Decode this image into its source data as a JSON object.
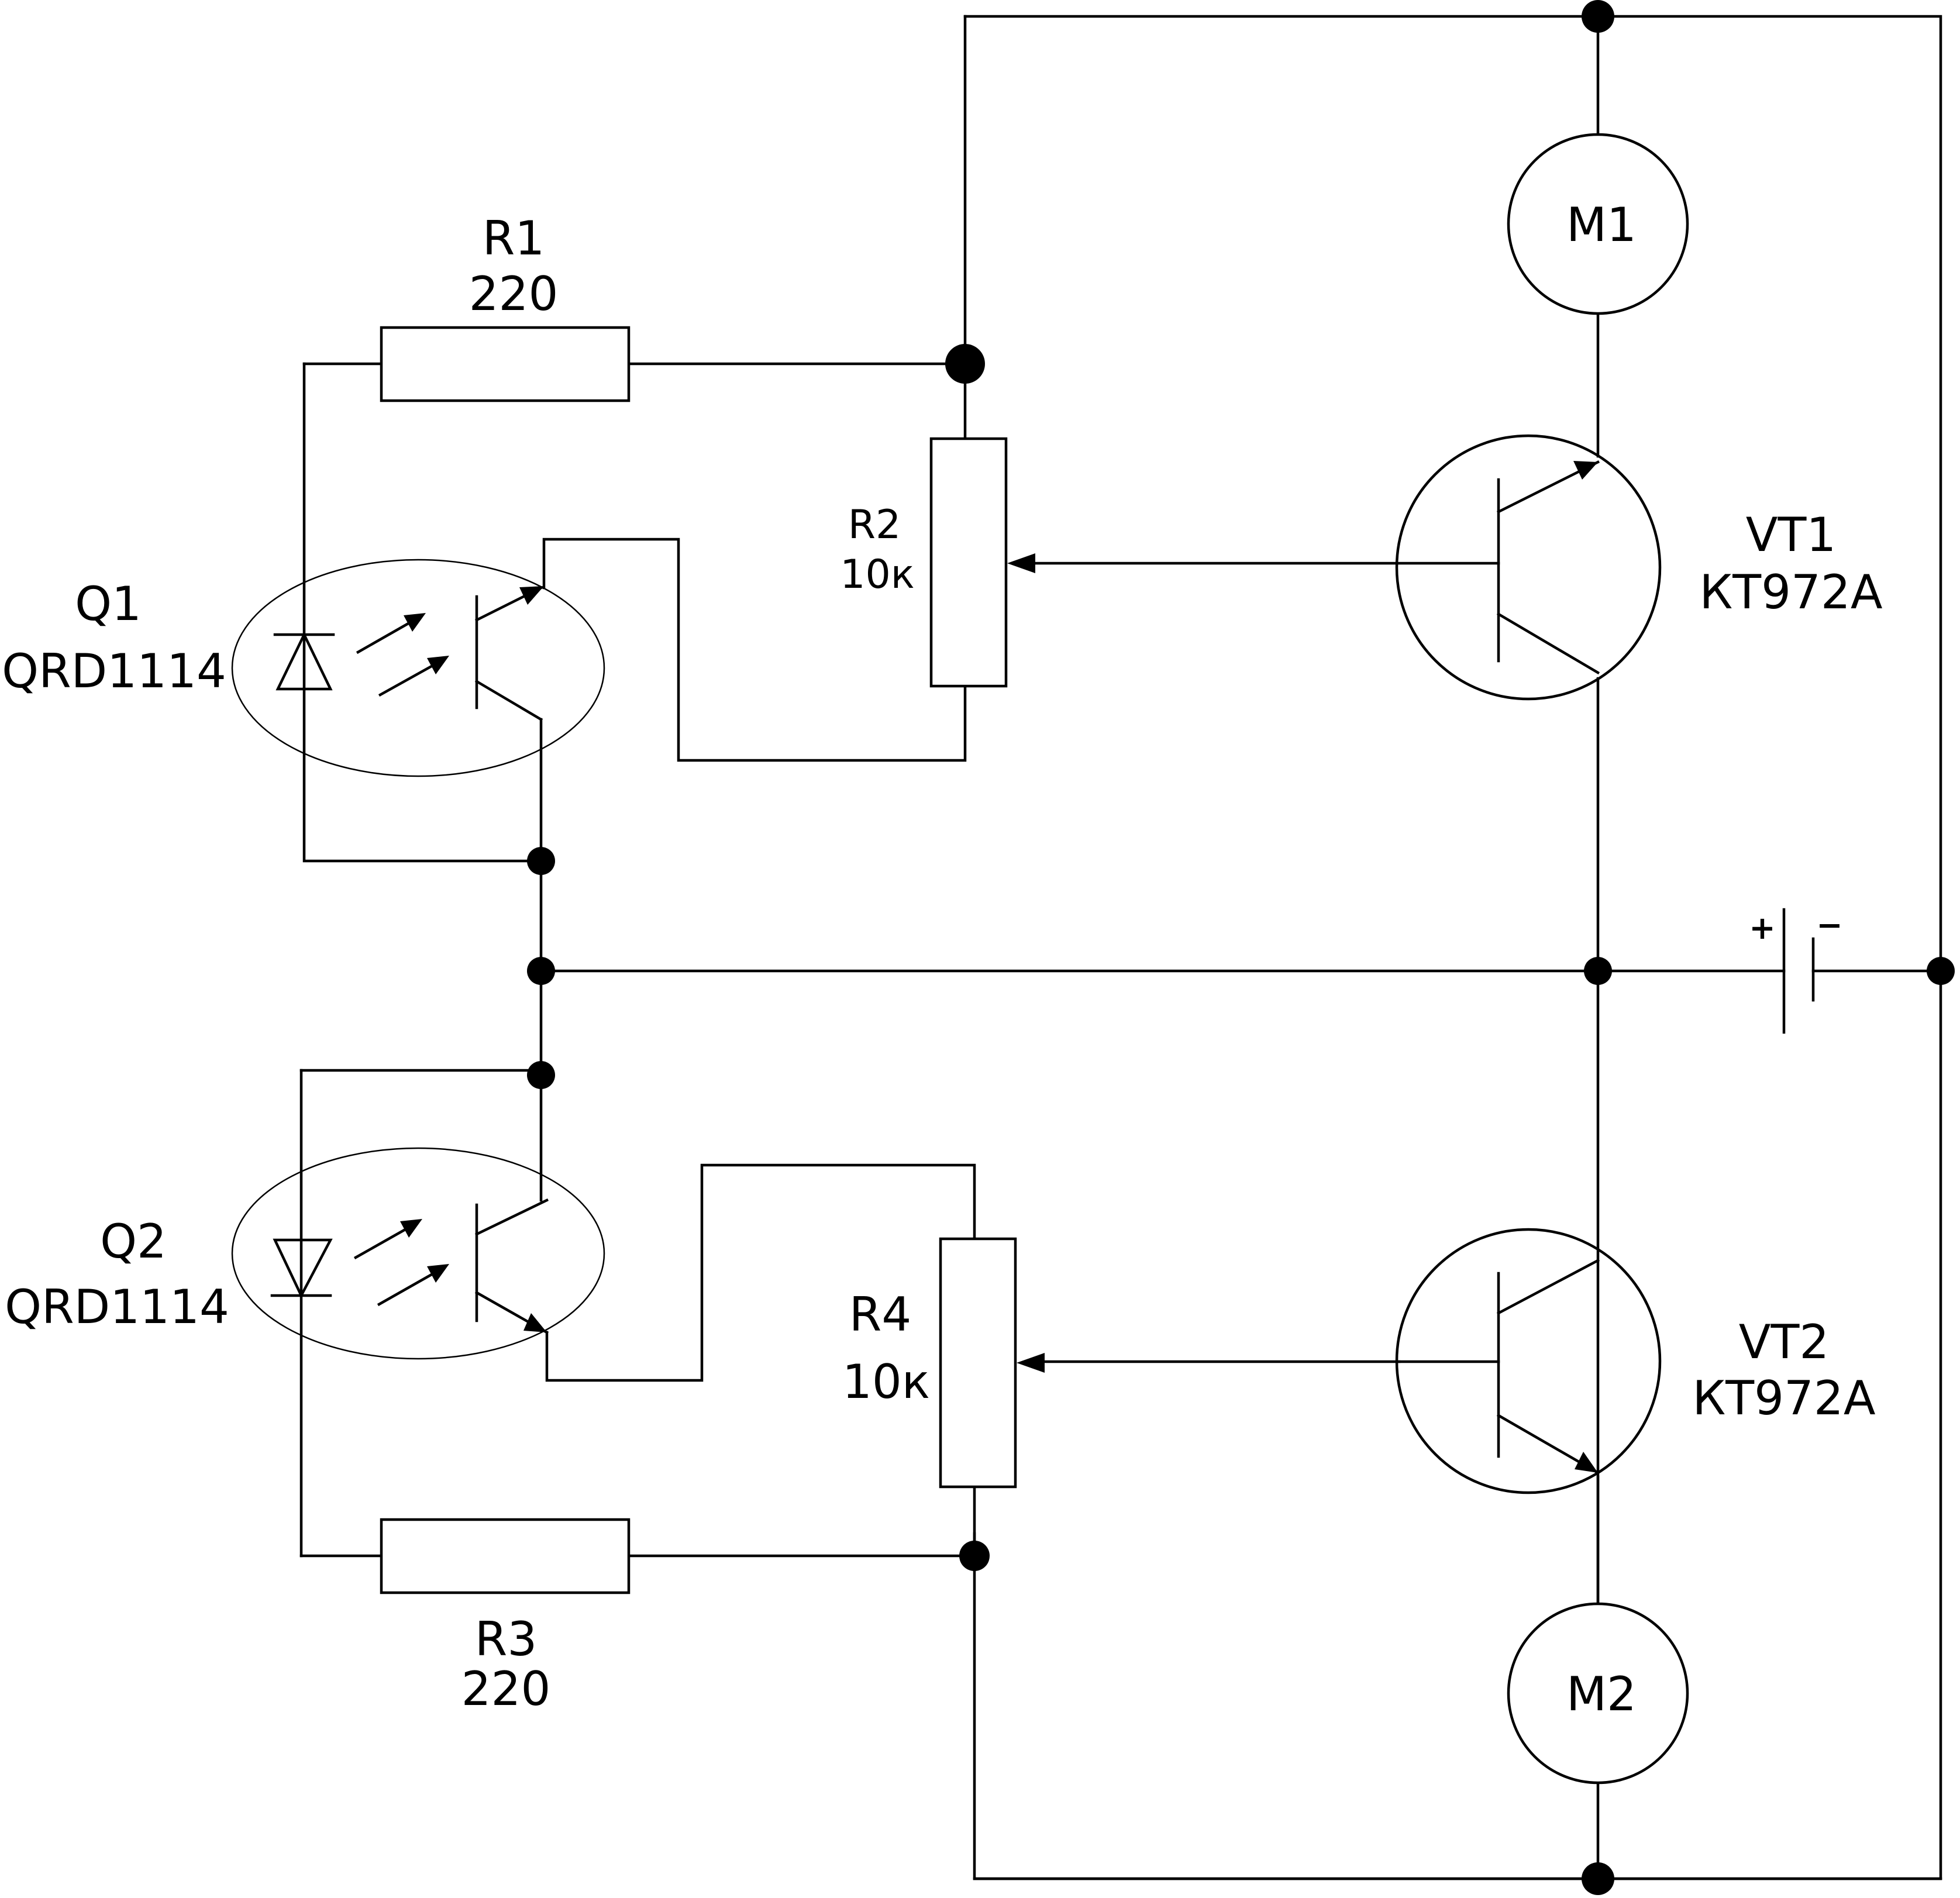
{
  "components": {
    "q1": {
      "ref": "Q1",
      "part": "QRD1114"
    },
    "q2": {
      "ref": "Q2",
      "part": "QRD1114"
    },
    "r1": {
      "ref": "R1",
      "value": "220"
    },
    "r2": {
      "ref": "R2",
      "value": "10к"
    },
    "r3": {
      "ref": "R3",
      "value": "220"
    },
    "r4": {
      "ref": "R4",
      "value": "10к"
    },
    "vt1": {
      "ref": "VT1",
      "part": "КТ972А"
    },
    "vt2": {
      "ref": "VT2",
      "part": "КТ972А"
    },
    "m1": {
      "ref": "M1"
    },
    "m2": {
      "ref": "M2"
    },
    "battery": {
      "plus": "+",
      "minus": "−"
    }
  }
}
